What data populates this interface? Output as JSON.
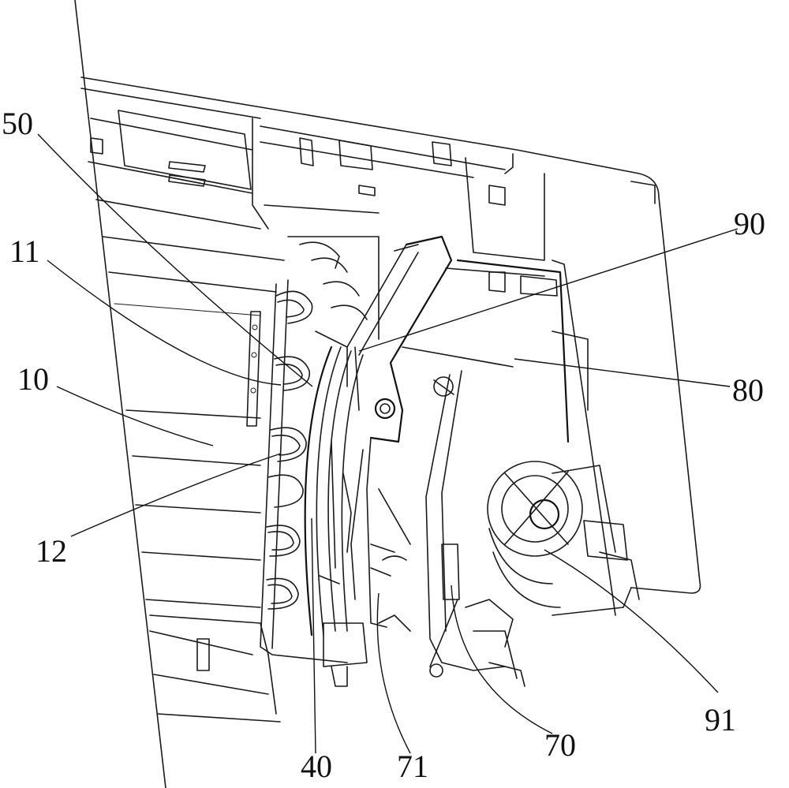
{
  "labels": {
    "l50": "50",
    "l11": "11",
    "l10": "10",
    "l12": "12",
    "l40": "40",
    "l71": "71",
    "l70": "70",
    "l91": "91",
    "l80": "80",
    "l90": "90"
  }
}
